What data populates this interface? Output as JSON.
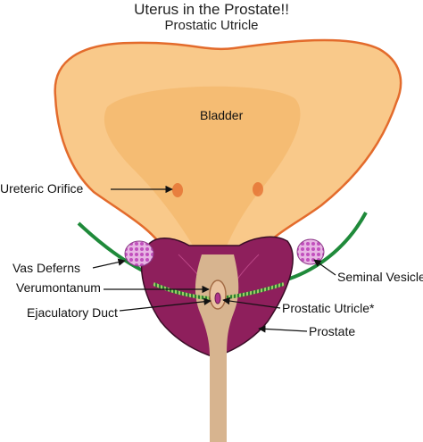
{
  "title": "Uterus in the Prostate!!",
  "subtitle": "Prostatic Utricle",
  "labels": {
    "bladder": "Bladder",
    "ureteric_orifice": "Ureteric Orifice",
    "vas_deferens": "Vas Deferns",
    "verumontanum": "Verumontanum",
    "ejaculatory_duct": "Ejaculatory Duct",
    "seminal_vesicle": "Seminal Vesicle",
    "prostatic_utricle": "Prostatic Utricle*",
    "prostate": "Prostate"
  },
  "colors": {
    "bladder_fill": "#f9c98a",
    "bladder_outline": "#e36b2c",
    "bladder_inner": "#f3b160",
    "prostate": "#8e1f5c",
    "urethra": "#d7b48f",
    "vas_deferens": "#1f8a3a",
    "seminal_vesicle": "#d88fd3"
  }
}
